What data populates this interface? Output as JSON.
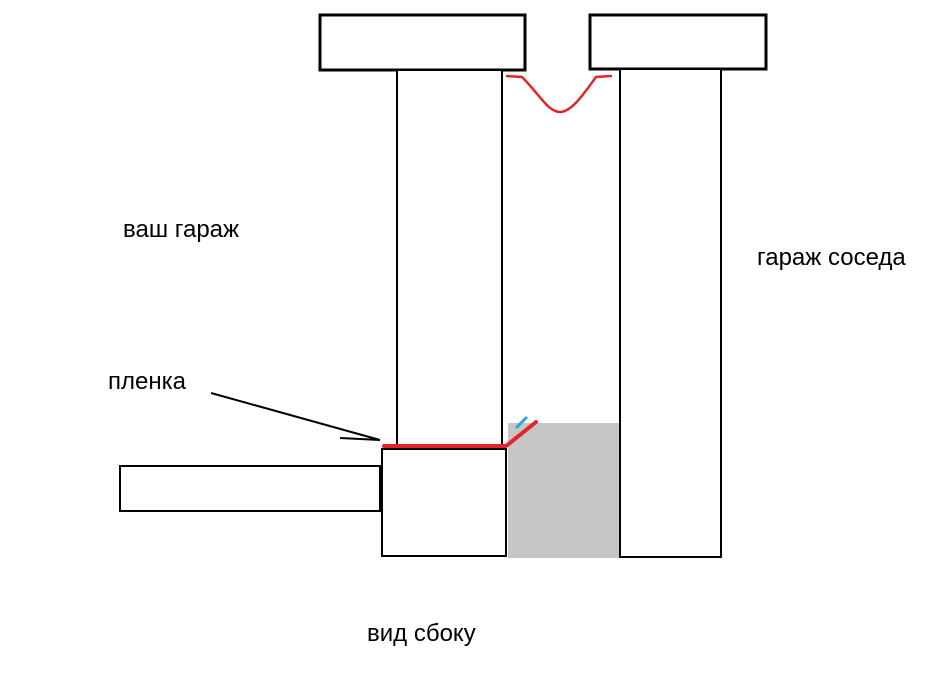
{
  "labels": {
    "your_garage": "ваш гараж",
    "neighbor_garage": "гараж соседа",
    "film": "пленка",
    "side_view": "вид сбоку"
  },
  "colors": {
    "outline": "#000000",
    "film": "#e0262b",
    "fill_gap": "#c6c6c6",
    "accent": "#2aa7e0"
  }
}
